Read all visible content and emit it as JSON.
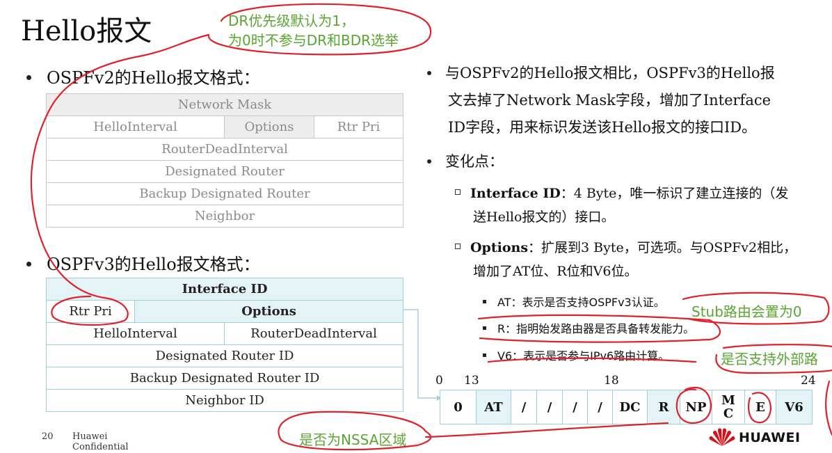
{
  "title": "Hello报文",
  "left": {
    "v2_heading": "OSPFv2的Hello报文格式：",
    "v2_fields": {
      "network_mask": "Network Mask",
      "hello_interval": "HelloInterval",
      "options": "Options",
      "rtr_pri": "Rtr Pri",
      "router_dead_interval": "RouterDeadInterval",
      "designated_router": "Designated Router",
      "backup_designated_router": "Backup Designated Router",
      "neighbor": "Neighbor"
    },
    "v3_heading": "OSPFv3的Hello报文格式：",
    "v3_fields": {
      "interface_id": "Interface ID",
      "rtr_pri": "Rtr Pri",
      "options": "Options",
      "hello_interval": "HelloInterval",
      "router_dead_interval": "RouterDeadInterval",
      "designated_router_id": "Designated Router ID",
      "backup_designated_router_id": "Backup Designated Router ID",
      "neighbor_id": "Neighbor ID"
    }
  },
  "right": {
    "para1_line1": "与OSPFv2的Hello报文相比，OSPFv3的Hello报",
    "para1_line2": "文去掉了Network Mask字段，增加了Interface",
    "para1_line3": "ID字段，用来标识发送该Hello报文的接口ID。",
    "changes_heading": "变化点：",
    "iface_label": "Interface ID",
    "iface_text_line1": "：4 Byte，唯一标识了建立连接的（发",
    "iface_text_line2": "送Hello报文的）接口。",
    "options_label": "Options",
    "options_text_line1": "：扩展到3 Byte，可选项。与OSPFv2相比，",
    "options_text_line2": "增加了AT位、R位和V6位。",
    "at_item": "AT：表示是否支持OSPFv3认证。",
    "r_item": "R：指明始发路由器是否具备转发能力。",
    "v6_item": "V6：表示是否参与IPv6路由计算。"
  },
  "bits": {
    "numbers": {
      "n0": "0",
      "n13": "13",
      "n18": "18",
      "n24": "24"
    },
    "cells": {
      "c0": "0",
      "at": "AT",
      "s1": "/",
      "s2": "/",
      "s3": "/",
      "s4": "/",
      "dc": "DC",
      "r": "R",
      "np": "NP",
      "mc_m": "M",
      "mc_c": "C",
      "e": "E",
      "v6": "V6"
    }
  },
  "annotations": {
    "dr_line1": "DR优先级默认为1，",
    "dr_line2": "为0时不参与DR和BDR选举",
    "stub": "Stub路由会置为0",
    "external": "是否支持外部路",
    "nssa": "是否为NSSA区域"
  },
  "footer": {
    "page": "20",
    "conf_line1": "Huawei",
    "conf_line2": "Confidential",
    "brand": "HUAWEI"
  },
  "colors": {
    "annotation_green": "#5aa532",
    "pen_red": "#e0202a",
    "table_cyan": "#e4f4f6",
    "table_border": "#9fd0d8"
  }
}
